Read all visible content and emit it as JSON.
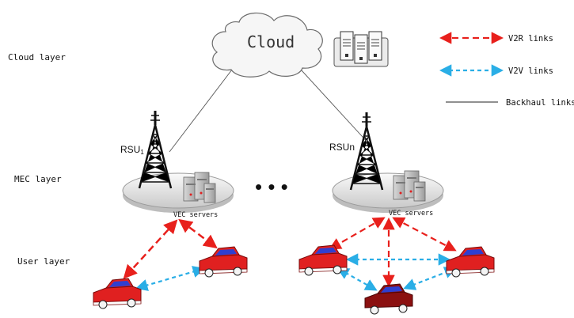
{
  "colors": {
    "v2r": "#e8201c",
    "v2v": "#2aaee6",
    "backhaul": "#222222",
    "car_red": "#e02020",
    "car_dark": "#8b1010",
    "car_window": "#2f3fd0"
  },
  "layers": {
    "cloud": "Cloud layer",
    "mec": "MEC layer",
    "user": "User layer"
  },
  "cloud": {
    "label": "Cloud",
    "icon": "server-rack-icon"
  },
  "legend": {
    "v2r": "V2R links",
    "v2v": "V2V links",
    "backhaul": "Backhaul links"
  },
  "rsus": [
    {
      "label": "RSU1",
      "server_label": "VEC servers"
    },
    {
      "label": "RSUn",
      "server_label": "VEC servers"
    }
  ],
  "ellipsis": "• • •",
  "icons": [
    "cloud-icon",
    "server-icon",
    "antenna-tower-icon",
    "car-icon"
  ]
}
